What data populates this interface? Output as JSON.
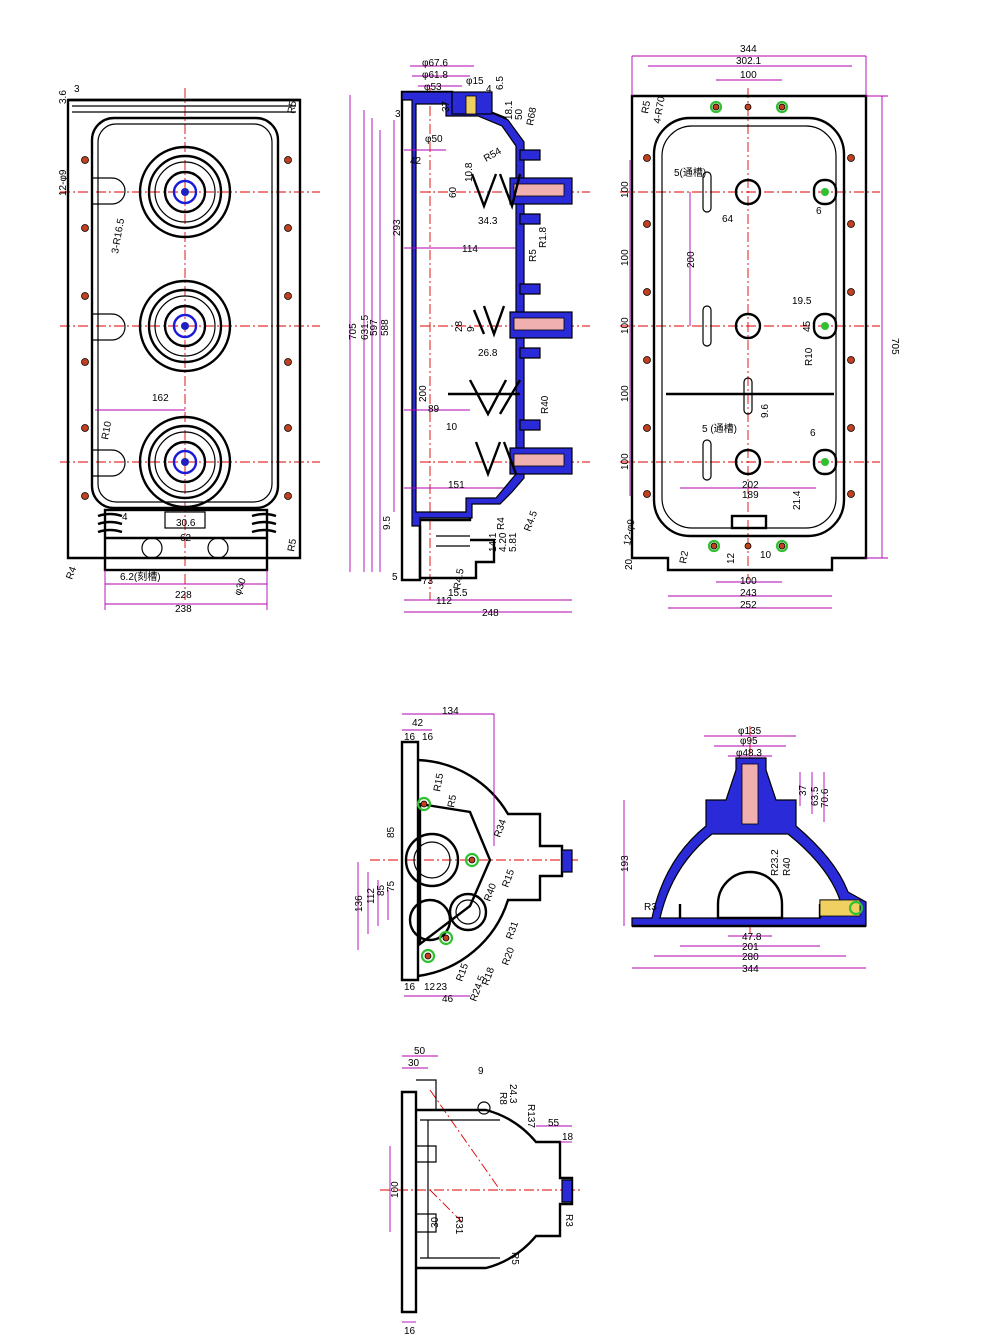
{
  "views": {
    "front": {
      "labels": {
        "d3_6": "3.6",
        "d3": "3",
        "d12_9": "12-φ9",
        "r16_5": "3-R16.5",
        "d162": "162",
        "r10": "R10",
        "d4": "4",
        "d30_6": "30.6",
        "d62": "62",
        "d6_2": "6.2(刻槽)",
        "d228": "228",
        "d238": "238",
        "dphi30": "φ30",
        "r4": "R4",
        "r5": "R5",
        "r5b": "R5"
      }
    },
    "section": {
      "labels": {
        "d67_6": "φ67.6",
        "d61_8": "φ61.8",
        "d53": "φ53",
        "d15": "φ15",
        "d6_5": "6.5",
        "d4": "4",
        "d3": "3",
        "d37": "37",
        "d18_1": "18.1",
        "d50": "50",
        "r68": "R68",
        "d50b": "φ50",
        "d42": "42",
        "r54": "R54",
        "d10_8": "10.8",
        "d60": "60",
        "d34_3": "34.3",
        "d293": "293",
        "r1_8": "R1.8",
        "d114": "114",
        "r5": "R5",
        "d588": "588",
        "d597": "597",
        "d631_5": "631.5",
        "d705": "705",
        "d28": "28",
        "d9": "9",
        "d26_8": "26.8",
        "r40": "R40",
        "d200": "200",
        "d89": "89",
        "d10": "10",
        "d151": "151",
        "d9_5": "9.5",
        "r4": "R4",
        "r4_5": "R4.5",
        "d14_1": "14.1",
        "d4_20": "4.20",
        "d5_81": "5.81",
        "d5": "5",
        "d73": "73",
        "r4_5b": "R4.5",
        "d15_5": "15.5",
        "d112": "112",
        "d248": "248"
      }
    },
    "top": {
      "labels": {
        "d344": "344",
        "d302_1": "302.1",
        "d100": "100",
        "r70": "4-R70",
        "r5": "R5",
        "slot5": "5(通槽)",
        "d64": "64",
        "d100a": "100",
        "d100b": "100",
        "d100c": "100",
        "d100d": "100",
        "d100e": "100",
        "d200": "200",
        "d6": "6",
        "d19_5": "19.5",
        "d45": "45",
        "r10": "R10",
        "d9_6": "9.6",
        "d5b": "5 (通槽)",
        "d6b": "6",
        "d202": "202",
        "d189": "189",
        "d21_4": "21.4",
        "d12_9": "12-φ9",
        "r2": "R2",
        "d12": "12",
        "d10": "10",
        "d20": "20",
        "d100f": "100",
        "d243": "243",
        "d252": "252",
        "d705": "705"
      }
    },
    "side": {
      "labels": {
        "d134": "134",
        "d42": "42",
        "d16a": "16",
        "d16b": "16",
        "r15": "R15",
        "r5": "R5",
        "d85": "85",
        "r34": "R34",
        "d75": "75",
        "d85b": "85",
        "d112": "112",
        "d136": "136",
        "r15b": "R15",
        "r40": "R40",
        "r31": "R31",
        "r20": "R20",
        "r18": "R18",
        "r15c": "R15",
        "r24_5": "R24.5",
        "d16c": "16",
        "d12": "12",
        "d23": "23",
        "d46": "46"
      }
    },
    "end": {
      "labels": {
        "d135": "φ135",
        "d95": "φ95",
        "d48_3": "φ48.3",
        "d37": "37",
        "d63_5": "63.5",
        "d70_6": "70.6",
        "r40": "R40",
        "r23_2": "R23.2",
        "d193": "193",
        "r3": "R3",
        "d47_8": "47.8",
        "d201": "201",
        "d280": "280",
        "d344": "344"
      }
    },
    "bottom": {
      "labels": {
        "d50": "50",
        "d30": "30",
        "d9": "9",
        "r8": "R8",
        "d24_3": "24.3",
        "r137": "R137",
        "d55": "55",
        "d18": "18",
        "d100": "100",
        "d30b": "30",
        "r31": "R31",
        "r3": "R3",
        "r5": "R5",
        "d16": "16"
      }
    }
  }
}
